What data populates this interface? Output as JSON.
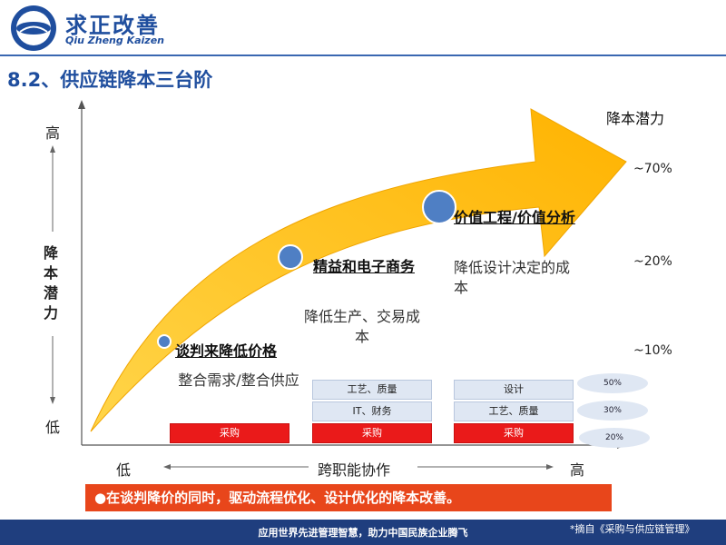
{
  "header": {
    "brand_cn": "求正改善",
    "brand_en": "Qiu Zheng Kaizen"
  },
  "slide_title": "8.2、供应链降本三台阶",
  "y_axis": {
    "high": "高",
    "low": "低",
    "label": "降本潜力"
  },
  "x_axis": {
    "low": "低",
    "high": "高",
    "label": "跨职能协作"
  },
  "potential_header": "降本潜力",
  "stages": [
    {
      "title": "谈判来降低价格",
      "desc": "整合需求/整合供应",
      "potential": "~10%"
    },
    {
      "title": "精益和电子商务",
      "desc": "降低生产、交易成本",
      "potential": "~20%"
    },
    {
      "title": "价值工程/价值分析",
      "desc": "降低设计决定的成本",
      "potential": "~70%"
    }
  ],
  "functions": {
    "col1": [
      "采购"
    ],
    "col2": [
      "工艺、质量",
      "IT、财务",
      "采购"
    ],
    "col3": [
      "设计",
      "工艺、质量",
      "采购"
    ]
  },
  "share_ellipses": [
    "50%",
    "30%",
    "20%"
  ],
  "summary": "●在谈判降价的同时，驱动流程优化、设计优化的降本改善。",
  "footer": {
    "slogan": "应用世界先进管理智慧，助力中国民族企业腾飞",
    "source": "*摘自《采购与供应链管理》"
  },
  "colors": {
    "arrow": "#ffc000",
    "accent": "#1f4e9e",
    "red_box": "#ea1a1a",
    "banner": "#e8461b"
  }
}
